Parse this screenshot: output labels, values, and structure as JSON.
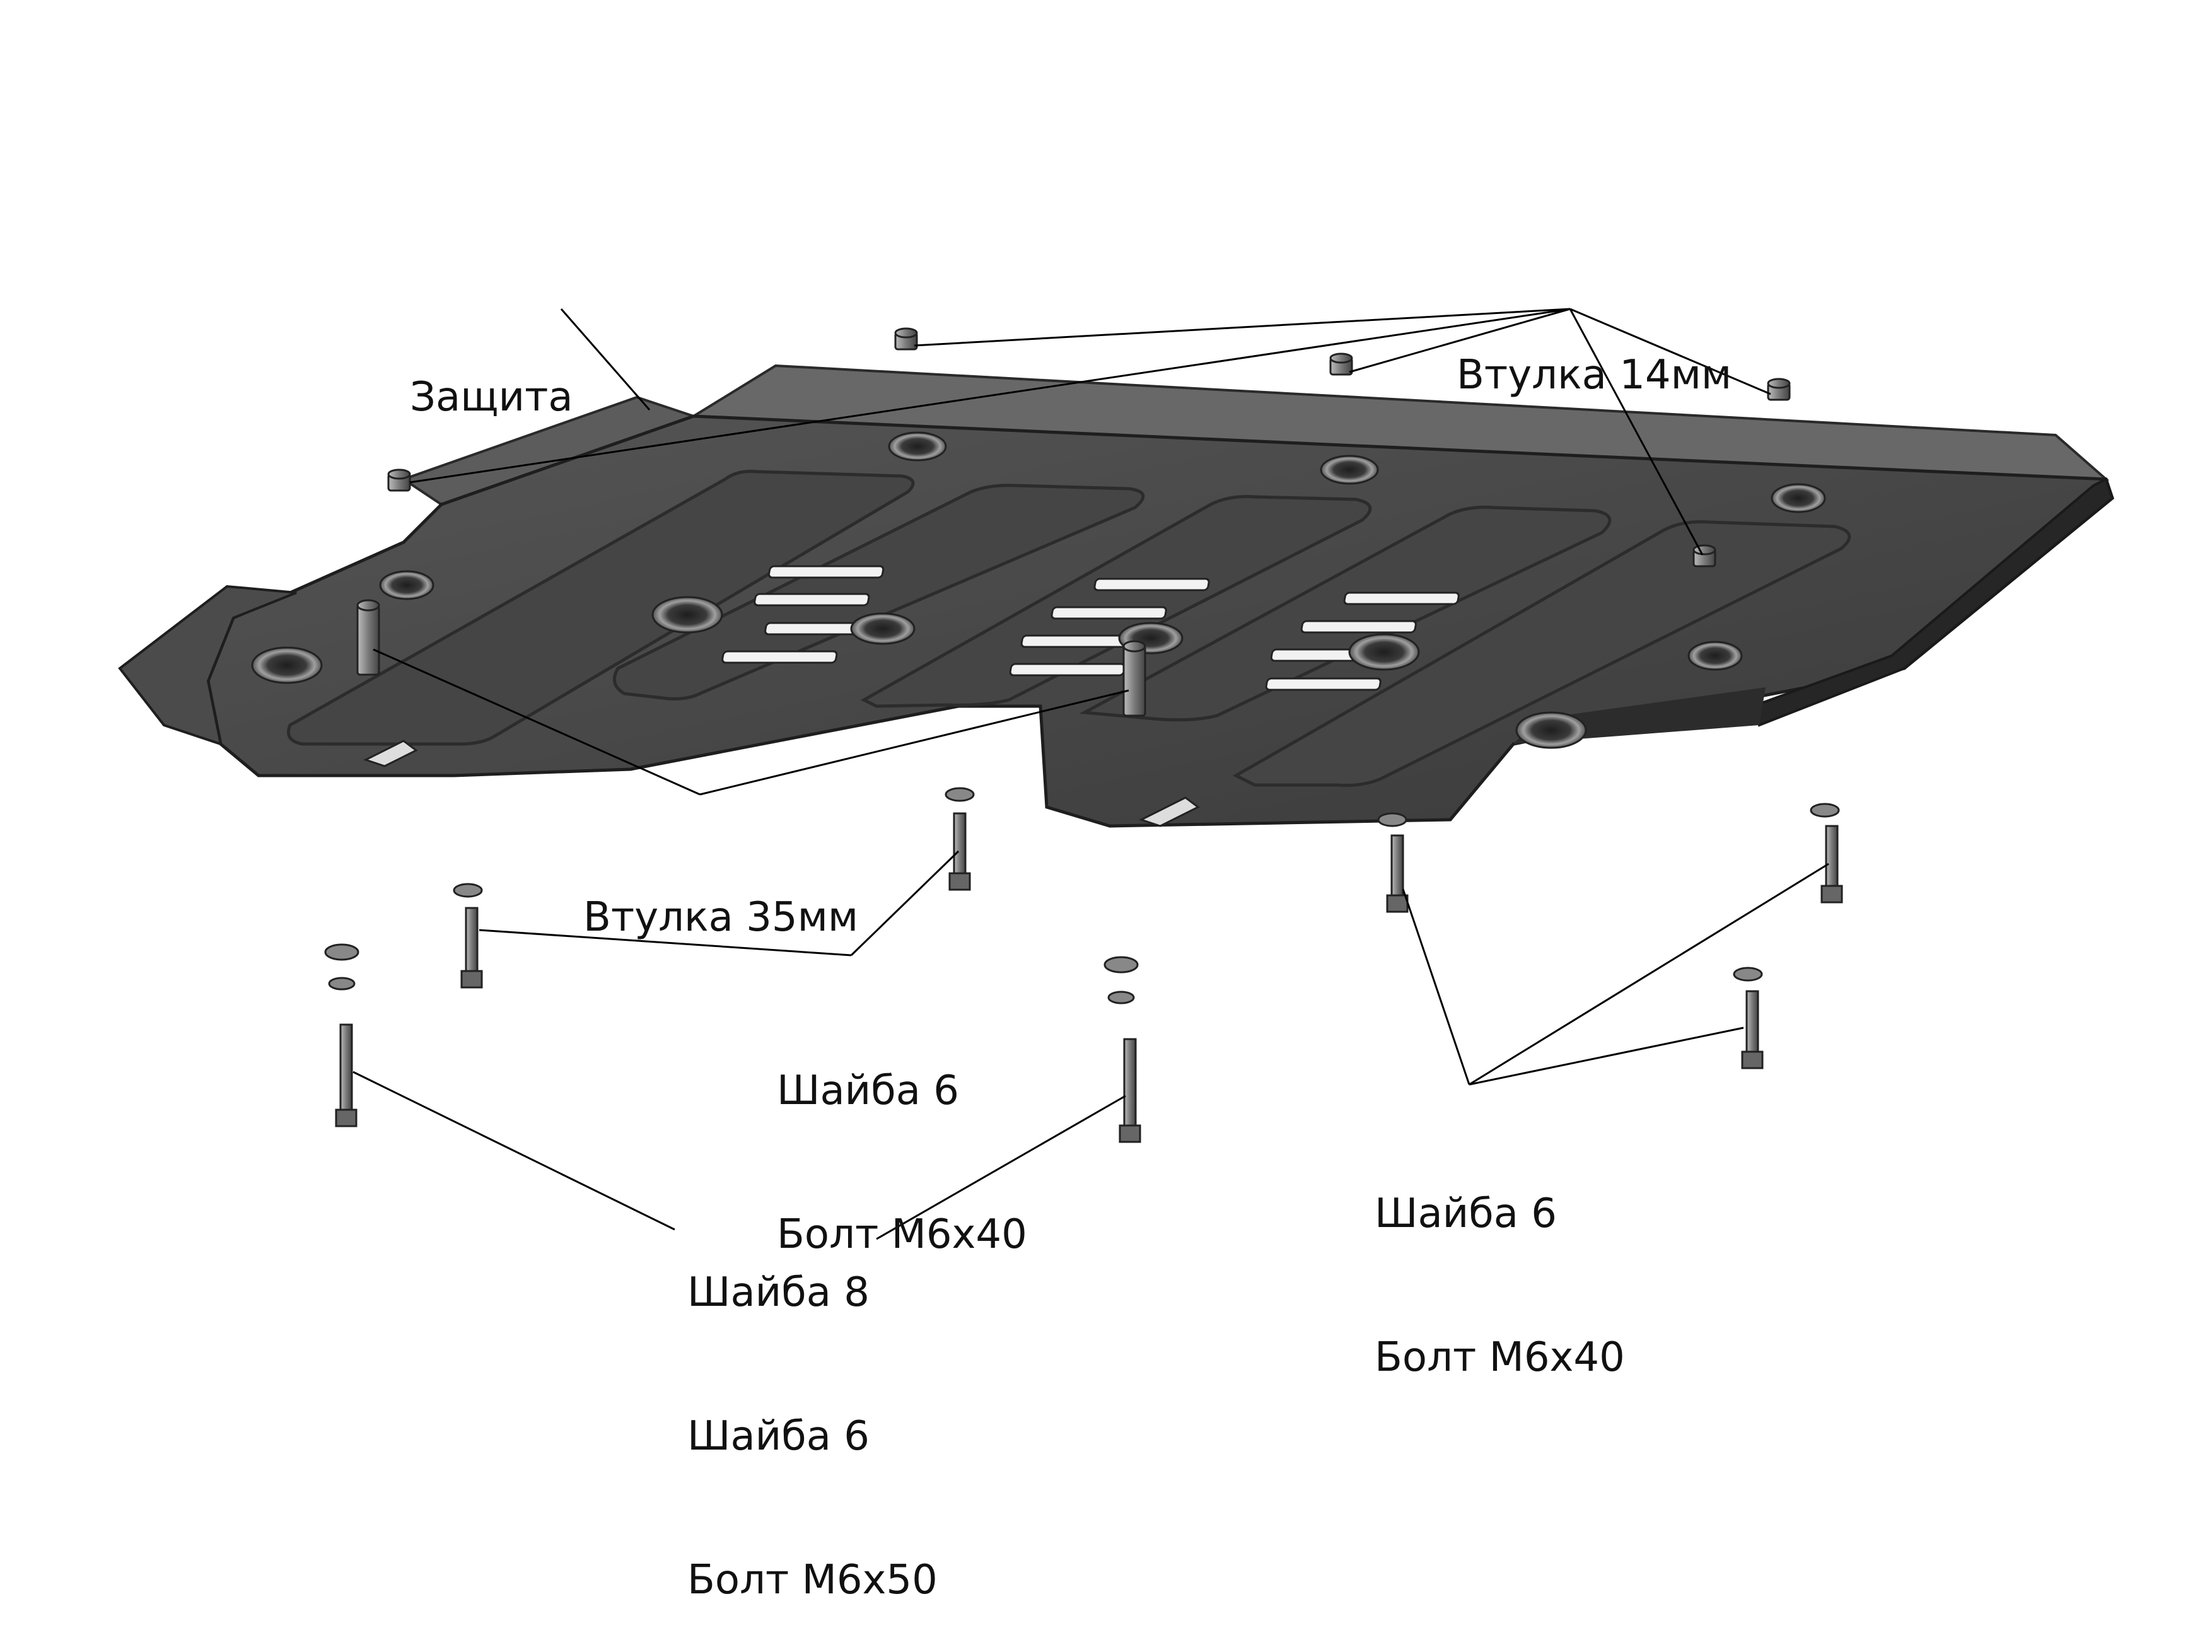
{
  "labels": {
    "protection": "Защита",
    "bushing_14": "Втулка 14мм",
    "bushing_35": "Втулка 35мм",
    "group_center": {
      "line1": "Шайба 6",
      "line2": "Болт М6х40"
    },
    "group_left": {
      "line1": "Шайба 8",
      "line2": "Шайба 6",
      "line3": "Болт М6х50"
    },
    "group_right": {
      "line1": "Шайба 6",
      "line2": "Болт М6х40"
    }
  },
  "colors": {
    "plate_dark": "#3e3e3e",
    "plate_top": "#6a6a6a",
    "plate_edge": "#2a2a2a",
    "part_gray": "#9a9a9a",
    "slot": "#f2f2f2",
    "line": "#000000"
  }
}
